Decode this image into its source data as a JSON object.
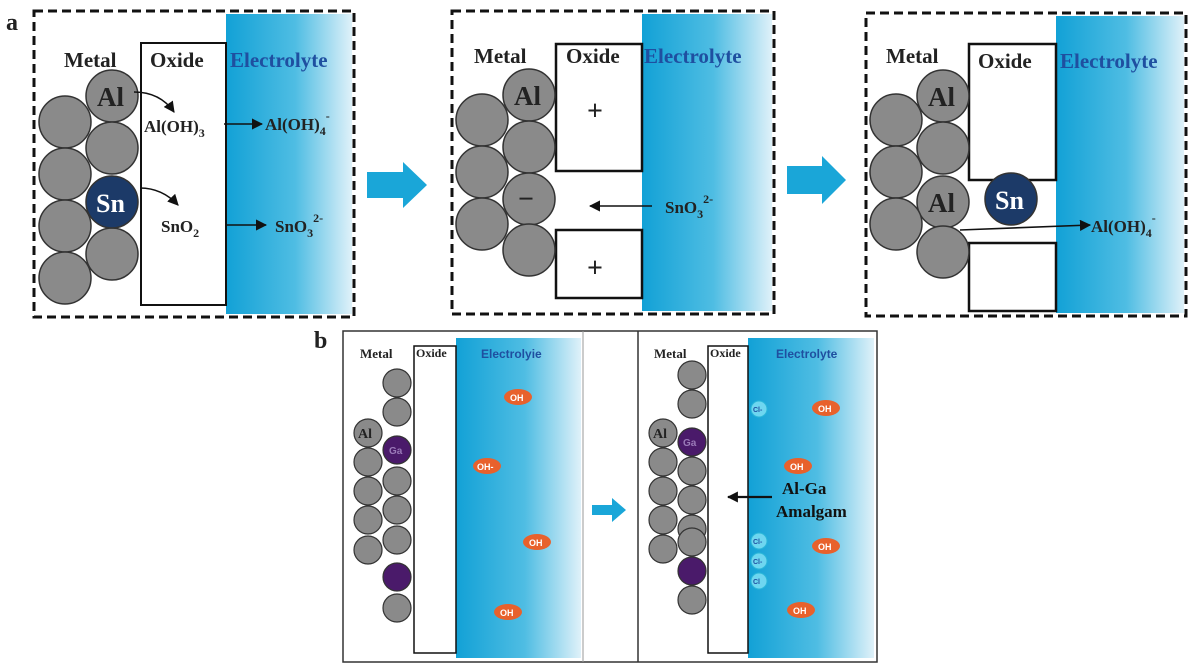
{
  "panel_labels": {
    "a": "a",
    "b": "b"
  },
  "labels": {
    "metal": "Metal",
    "oxide": "Oxide",
    "electrolyte": "Electrolyte",
    "electrolyte_b1": "Electrolyie",
    "electrolyte_b2": "Electrolyte"
  },
  "atoms": {
    "al": "Al",
    "sn": "Sn",
    "ga": "Ga"
  },
  "panel_a1": {
    "al_oh3_main": "Al(OH)",
    "al_oh3_sub": "3",
    "al_oh4_main": "Al(OH)",
    "al_oh4_sub": "4",
    "al_oh4_sup": "-",
    "sno2_main": "SnO",
    "sno2_sub": "2",
    "sno3_main": "SnO",
    "sno3_sub": "3",
    "sno3_sup": "2-"
  },
  "panel_a2": {
    "plus": "+",
    "minus": "−",
    "sno3_main": "SnO",
    "sno3_sub": "3",
    "sno3_sup": "2-"
  },
  "panel_a3": {
    "al_oh4_main": "Al(OH)",
    "al_oh4_sub": "4",
    "al_oh4_sup": "-"
  },
  "panel_b": {
    "oh": "OH",
    "oh_minus": "OH-",
    "cl": "Cl",
    "cl_minus": "Cl-",
    "amalgam_line1": "Al-Ga",
    "amalgam_line2": "Amalgam"
  },
  "colors": {
    "atom_grey": "#8a8a8a",
    "sn_blue": "#1c3a68",
    "ga_purple": "#4a1a6a",
    "electrolyte_dark": "#12a1d6",
    "electrolyte_light": "#dff1f9",
    "arrow_blue": "#1aa6d8",
    "oh_orange": "#e8612c",
    "cl_cyan": "#6ed6f0"
  }
}
